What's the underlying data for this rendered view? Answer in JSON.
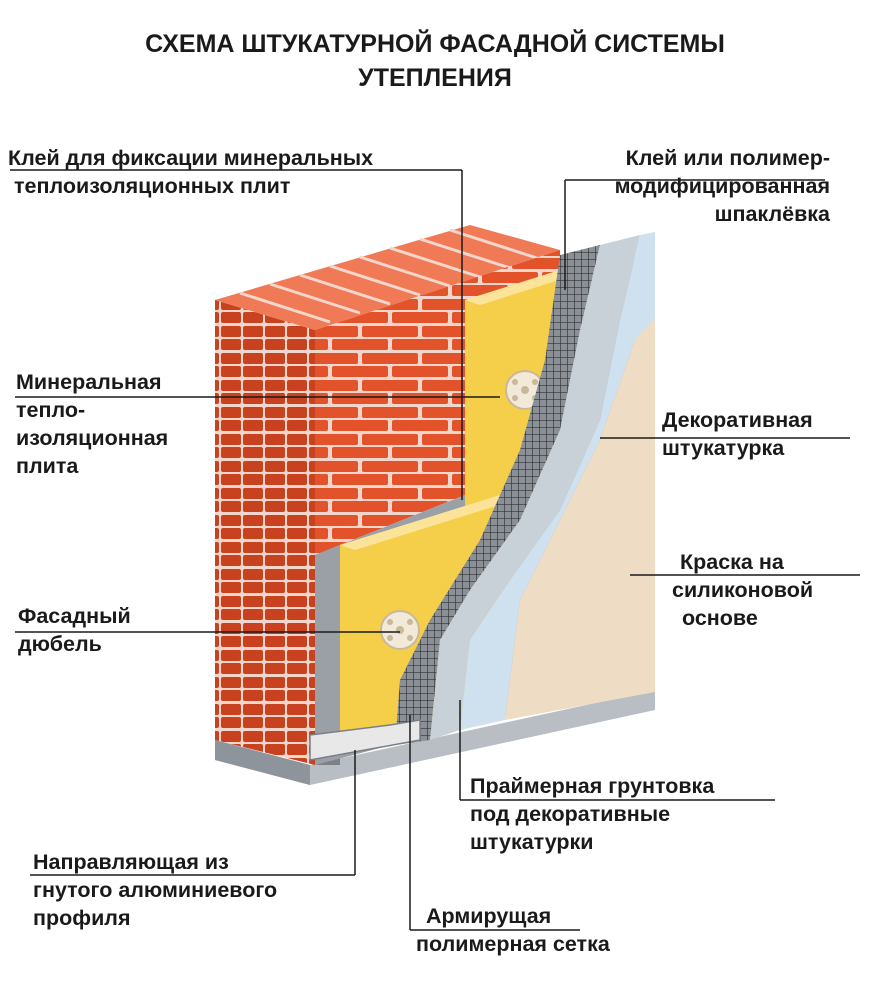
{
  "title": {
    "line1": "СХЕМА ШТУКАТУРНОЙ ФАСАДНОЙ СИСТЕМЫ",
    "line2": "УТЕПЛЕНИЯ"
  },
  "labels": {
    "glue_mineral": [
      "Клей для фиксации минеральных",
      "теплоизоляционных плит"
    ],
    "glue_polymer": [
      "Клей или полимер-",
      "модифицированная",
      "шпаклёвка"
    ],
    "mineral_plate": [
      "Минеральная",
      "тепло-",
      "изоляционная",
      "плита"
    ],
    "decor_plaster": [
      "Декоративная",
      "штукатурка"
    ],
    "silicone_paint": [
      "Краска на",
      "силиконовой",
      "основе"
    ],
    "facade_dowel": [
      "Фасадный",
      "дюбель"
    ],
    "primer": [
      "Праймерная грунтовка",
      "под декоративные",
      "штукатурки"
    ],
    "guide_profile": [
      "Направляющая из",
      "гнутого алюминиевого",
      "профиля"
    ],
    "mesh": [
      "Армирущая",
      "полимерная сетка"
    ]
  },
  "colors": {
    "brick": "#e2522b",
    "brick_top": "#f07a55",
    "mortar": "#f2d6cc",
    "insulation": "#f6cf4a",
    "insulation_edge": "#fbe49a",
    "adhesive": "#9aa0a6",
    "mesh": "#4a4a4a",
    "primer": "#c9d1d8",
    "plaster": "#cfe0ee",
    "paint": "#efdcc4",
    "base": "#b9bec4"
  }
}
